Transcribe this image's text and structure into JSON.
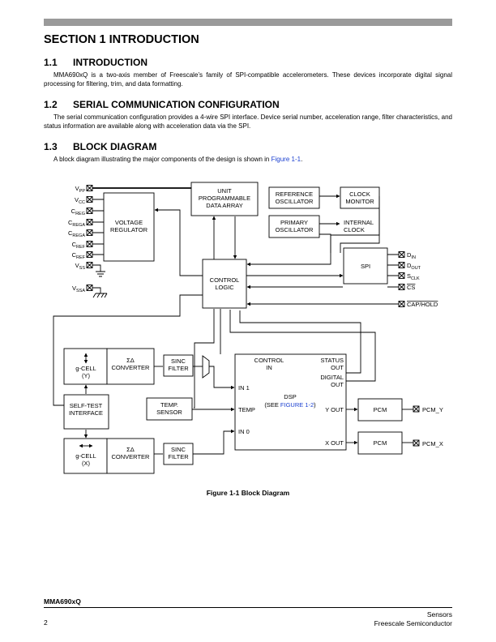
{
  "section_title": "SECTION 1 INTRODUCTION",
  "sections": [
    {
      "num": "1.1",
      "title": "INTRODUCTION",
      "para": "MMA690xQ is a two-axis member of Freescale’s family of SPI-compatible accelerometers. These devices incorporate digital signal processing for filtering, trim, and data formatting."
    },
    {
      "num": "1.2",
      "title": "SERIAL COMMUNICATION CONFIGURATION",
      "para": "The serial communication configuration provides a 4-wire SPI interface. Device serial number, acceleration range, filter characteristics, and status information are available along with acceleration data via the SPI."
    },
    {
      "num": "1.3",
      "title": "BLOCK DIAGRAM",
      "para_before": "A block diagram illustrating the major components of the design is shown in ",
      "para_link": "Figure 1-1",
      "para_after": "."
    }
  ],
  "diagram": {
    "pins_left": [
      "VPP",
      "VCC",
      "CREG",
      "CREGA",
      "CREGA",
      "CREF",
      "CREF",
      "VSS",
      "VSSA"
    ],
    "pins_right": [
      "DIN",
      "DOUT",
      "SCLK",
      "CS",
      "CAP/HOLD"
    ],
    "blocks": {
      "voltage_regulator": [
        "VOLTAGE",
        "REGULATOR"
      ],
      "unit_prog": [
        "UNIT",
        "PROGRAMMABLE",
        "DATA ARRAY"
      ],
      "ref_osc": [
        "REFERENCE",
        "OSCILLATOR"
      ],
      "clock_monitor": [
        "CLOCK",
        "MONITOR"
      ],
      "primary_osc": [
        "PRIMARY",
        "OSCILLATOR"
      ],
      "internal_clock": [
        "INTERNAL",
        "CLOCK"
      ],
      "control_logic": [
        "CONTROL",
        "LOGIC"
      ],
      "spi": "SPI",
      "gcell_y": [
        "g-CELL",
        "(Y)"
      ],
      "gcell_x": [
        "g-CELL",
        "(X)"
      ],
      "sd_symbol": "ΣΔ",
      "converter": "CONVERTER",
      "sinc_filter": [
        "SINC",
        "FILTER"
      ],
      "self_test": [
        "SELF-TEST",
        "INTERFACE"
      ],
      "temp_sensor": [
        "TEMP.",
        "SENSOR"
      ],
      "dsp_control_in": [
        "CONTROL",
        "IN"
      ],
      "dsp_status_out": [
        "STATUS",
        "OUT"
      ],
      "dsp_digital_out": [
        "DIGITAL",
        "OUT"
      ],
      "dsp_in1": "IN 1",
      "dsp_temp": "TEMP",
      "dsp_in0": "IN 0",
      "dsp_name": "DSP",
      "dsp_see_prefix": "(SEE ",
      "dsp_see_link": "FIGURE 1-2",
      "dsp_see_suffix": ")",
      "dsp_yout": "Y OUT",
      "dsp_xout": "X OUT",
      "pcm": "PCM",
      "pcm_y": "PCM_Y",
      "pcm_x": "PCM_X"
    }
  },
  "figure_caption": "Figure 1-1  Block Diagram",
  "footer": {
    "doc_id": "MMA690xQ",
    "page": "2",
    "right_line1": "Sensors",
    "right_line2": "Freescale Semiconductor"
  },
  "colors": {
    "link": "#1a3fd0",
    "top_bar": "#9a9a9a"
  }
}
